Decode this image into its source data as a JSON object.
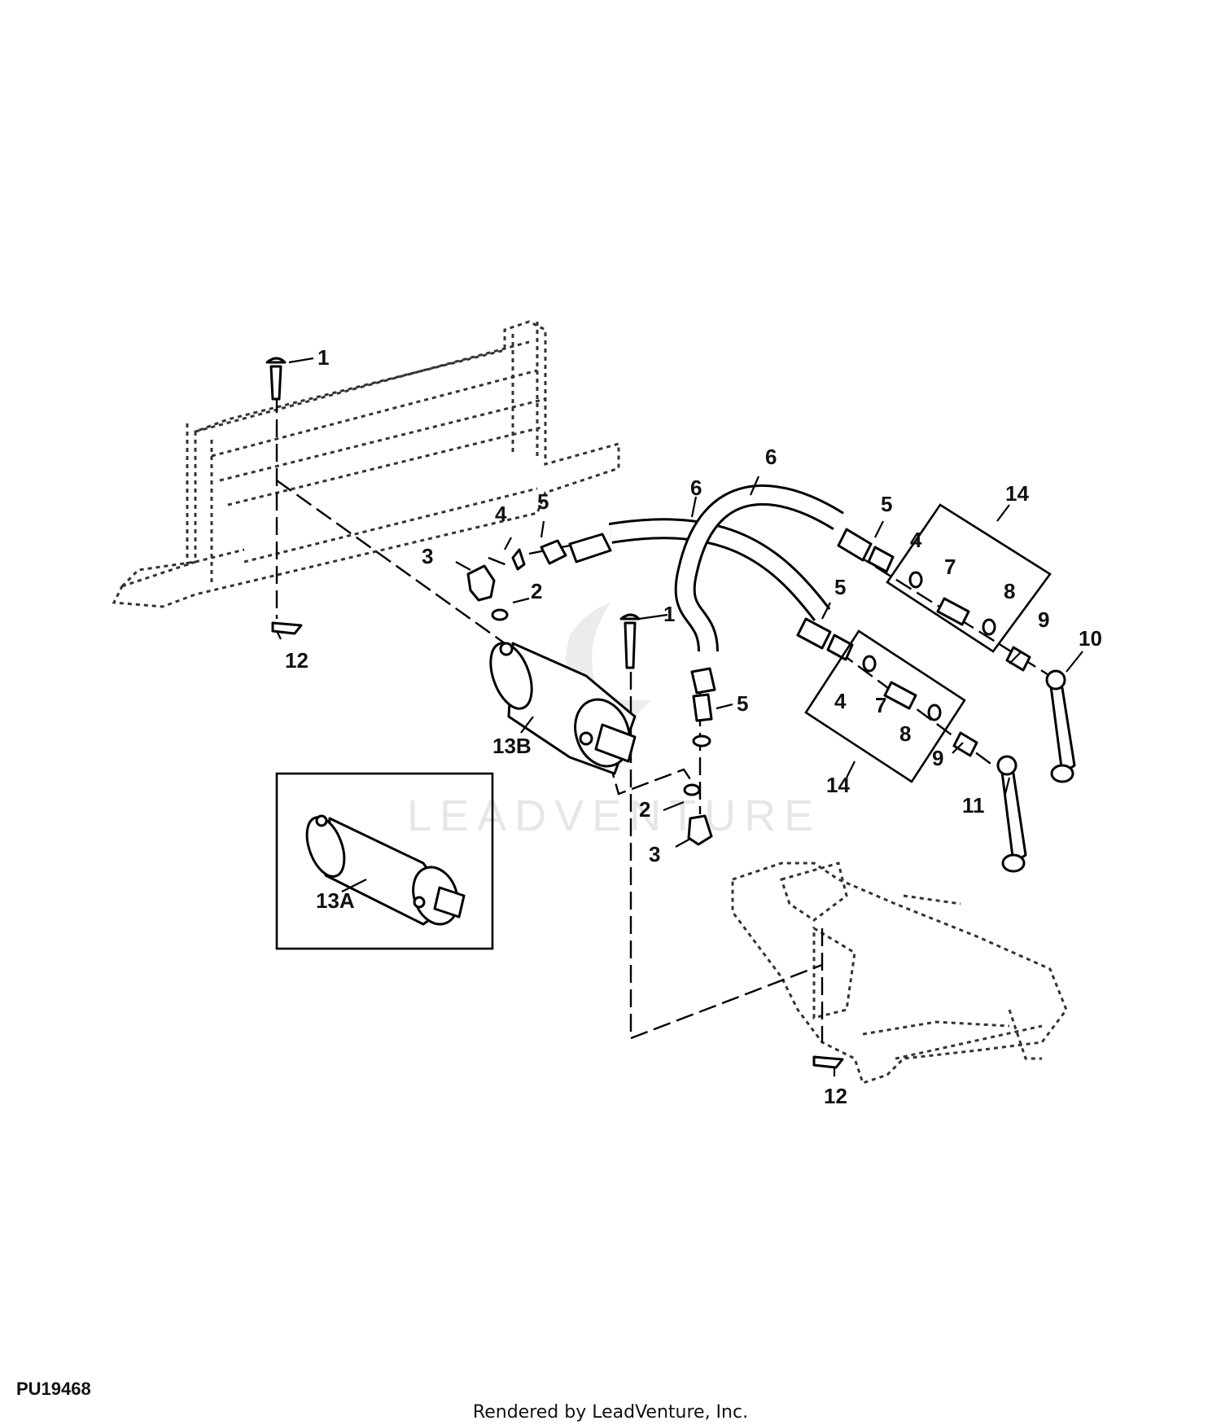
{
  "figure_code": "PU19468",
  "render_credit": "Rendered by LeadVenture, Inc.",
  "watermark": "LEADVENTURE",
  "callouts": {
    "c1a": "1",
    "c1b": "1",
    "c2a": "2",
    "c2b": "2",
    "c3a": "3",
    "c3b": "3",
    "c4a": "4",
    "c4b": "4",
    "c4c": "4",
    "c5a": "5",
    "c5b": "5",
    "c5c": "5",
    "c5d": "5",
    "c6a": "6",
    "c6b": "6",
    "c7a": "7",
    "c7b": "7",
    "c8a": "8",
    "c8b": "8",
    "c9a": "9",
    "c9b": "9",
    "c10": "10",
    "c11": "11",
    "c12a": "12",
    "c12b": "12",
    "c13a": "13A",
    "c13b": "13B",
    "c14a": "14",
    "c14b": "14"
  }
}
